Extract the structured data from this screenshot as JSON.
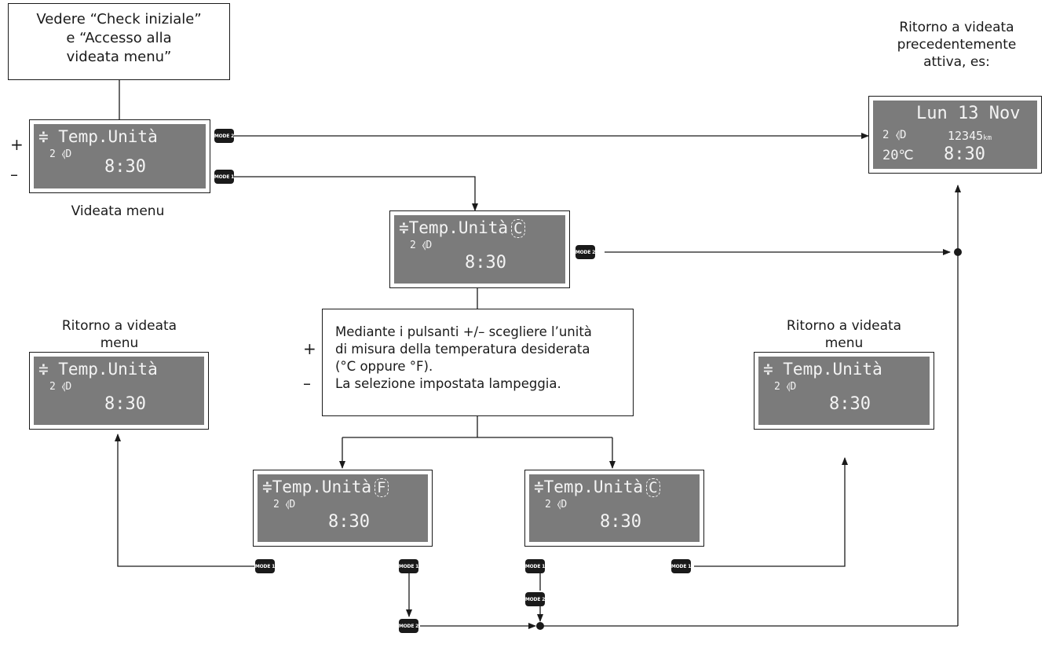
{
  "notes": {
    "start": [
      "Vedere “Check iniziale”",
      "e “Accesso alla",
      "videata menu”"
    ],
    "instruction": [
      "Mediante i pulsanti +/– scegliere l’unità",
      "di misura della temperatura desiderata",
      "(°C oppure °F).",
      "La selezione impostata lampeggia."
    ]
  },
  "captions": {
    "menu_screen": "Videata menu",
    "return_previous": [
      "Ritorno a videata",
      "precedentemente",
      "attiva, es:"
    ],
    "return_menu_left": [
      "Ritorno a videata",
      "menu"
    ],
    "return_menu_right": [
      "Ritorno a videata",
      "menu"
    ]
  },
  "displays": {
    "menu": {
      "line1": "≑ Temp.Unità",
      "line2": "2 ⦉D",
      "time": "8:30"
    },
    "celsius_select": {
      "line1": "≑Temp.Unità",
      "unit": "C",
      "line2": "2 ⦉D",
      "time": "8:30"
    },
    "fahrenheit": {
      "line1": "≑Temp.Unità",
      "unit": "F",
      "line2": "2 ⦉D",
      "time": "8:30"
    },
    "celsius": {
      "line1": "≑Temp.Unità",
      "unit": "C",
      "line2": "2 ⦉D",
      "time": "8:30"
    },
    "return_left": {
      "line1": "≑ Temp.Unità",
      "line2": "2 ⦉D",
      "time": "8:30"
    },
    "return_right": {
      "line1": "≑ Temp.Unità",
      "line2": "2 ⦉D",
      "time": "8:30"
    },
    "previous": {
      "line1": "Lun 13 Nov",
      "line2a": "2 ⦉D",
      "odometer": "12345",
      "odometer_unit": "km",
      "temp": "20℃",
      "time": "8:30"
    }
  },
  "buttons": {
    "mode1": "MODE 1",
    "mode2": "MODE 2"
  },
  "symbols": {
    "plus": "+",
    "minus": "–"
  }
}
